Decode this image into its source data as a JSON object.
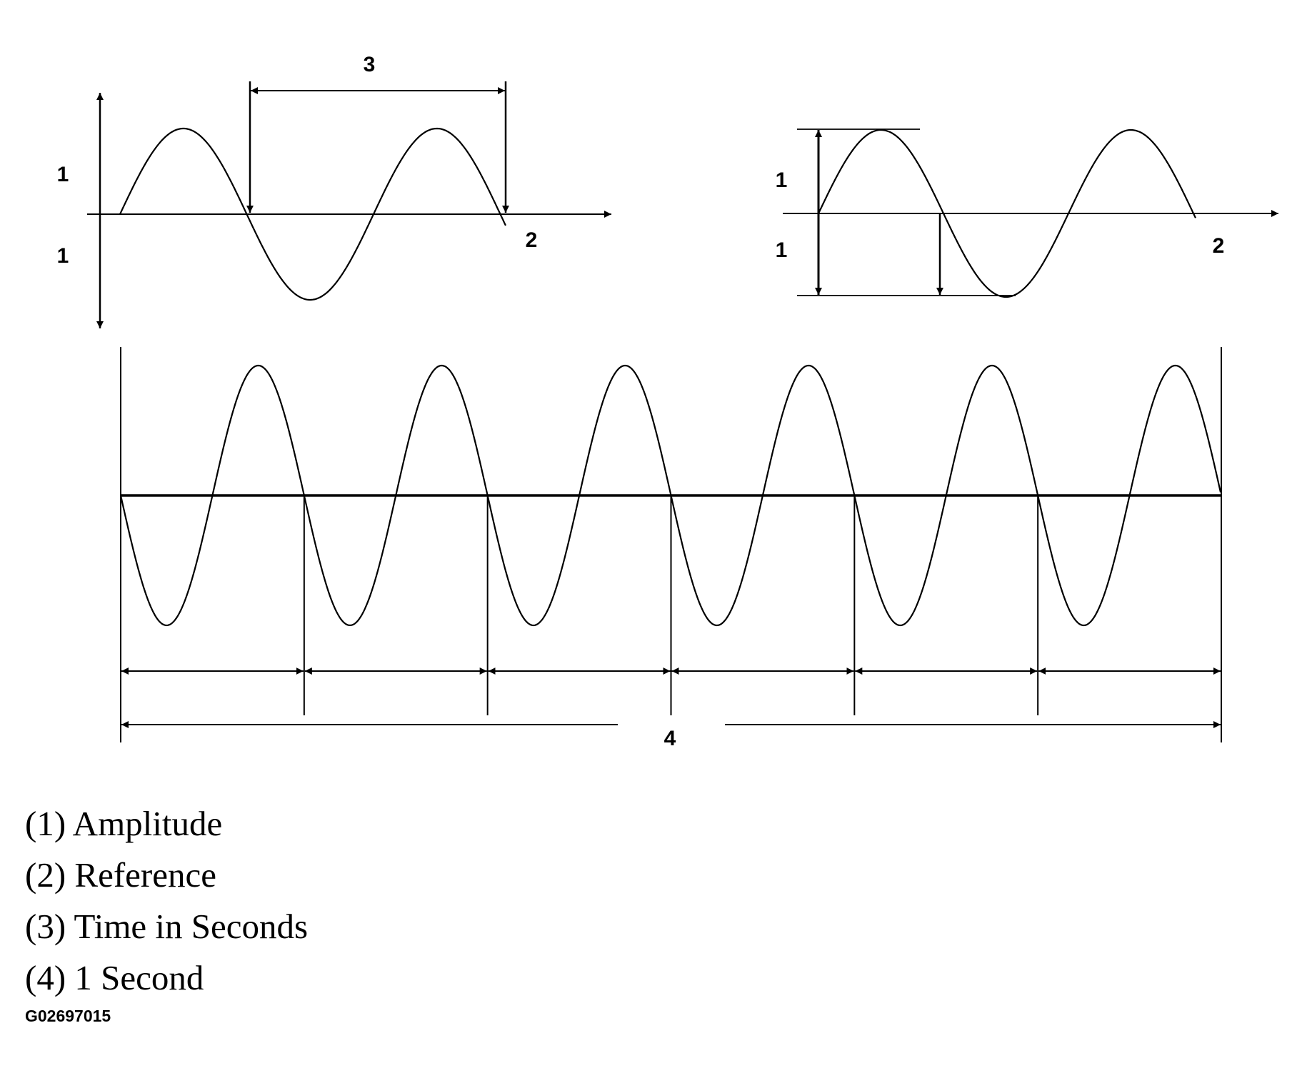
{
  "diagram": {
    "labels": {
      "amplitude": "1",
      "reference": "2",
      "time_in_seconds": "3",
      "one_second": "4"
    },
    "legend": [
      {
        "text": "(1) Amplitude"
      },
      {
        "text": "(2) Reference"
      },
      {
        "text": "(3) Time in Seconds"
      },
      {
        "text": "(4) 1 Second"
      }
    ],
    "figure_id": "G02697015",
    "bottom_wave_cycles": 6
  }
}
